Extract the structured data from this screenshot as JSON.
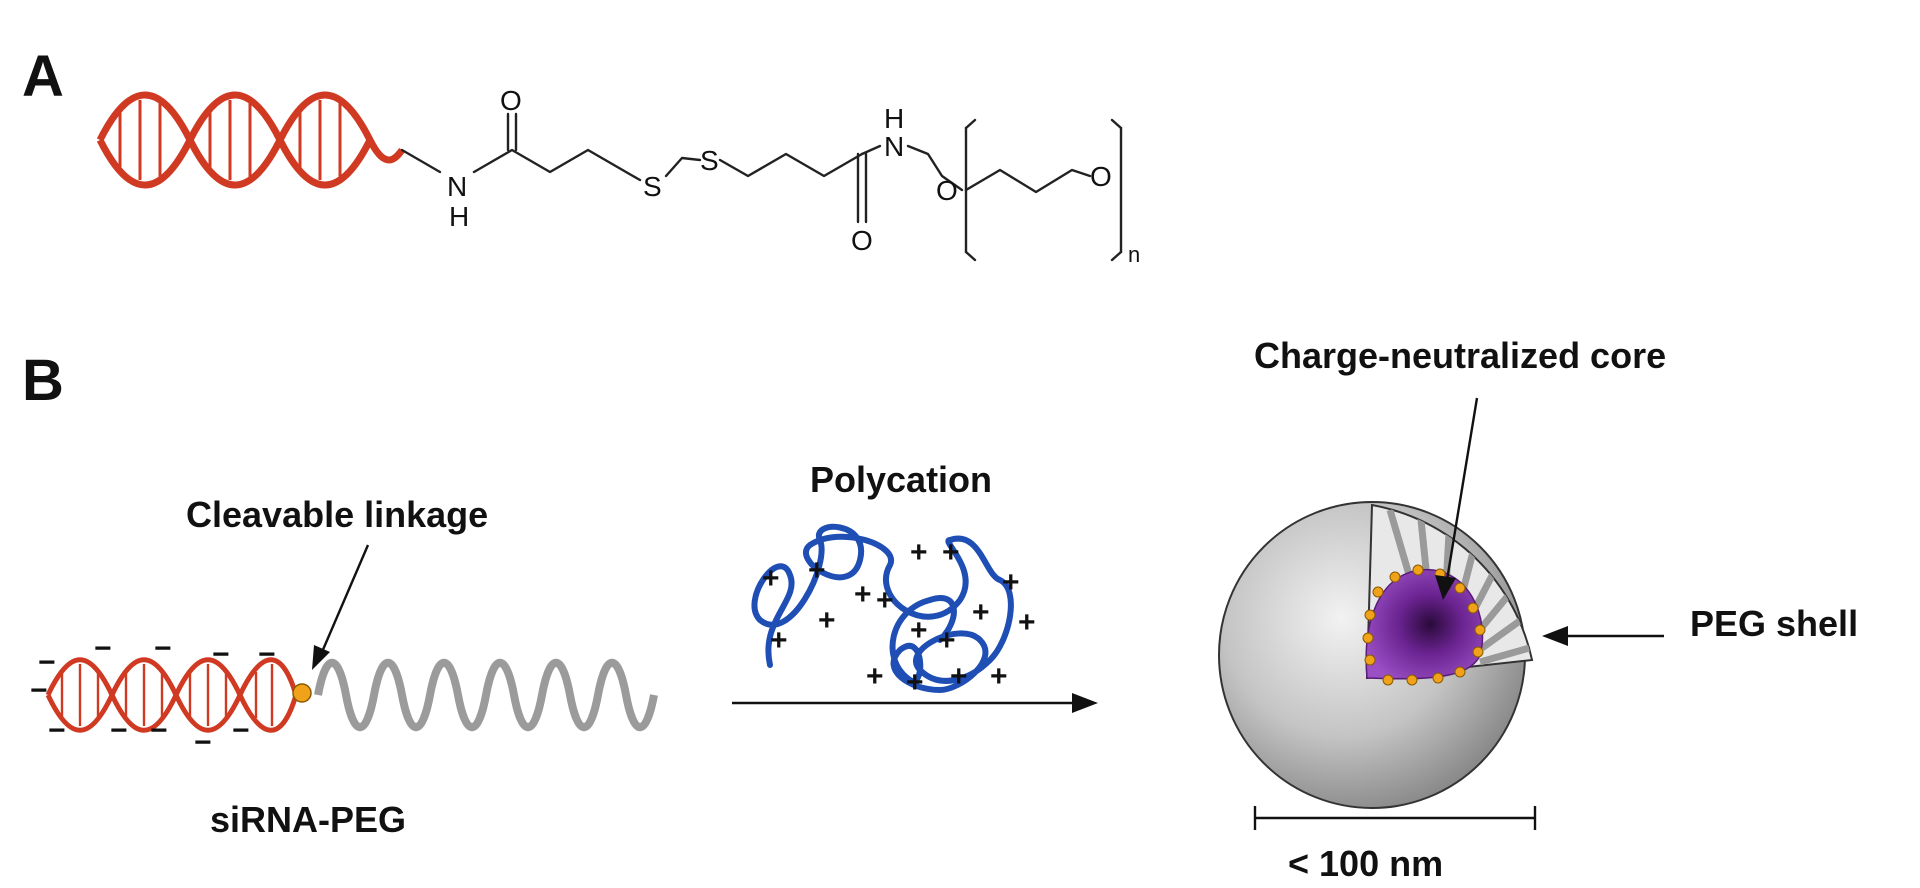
{
  "panels": {
    "a": "A",
    "b": "B"
  },
  "structure": {
    "atoms": {
      "n1": "N",
      "h1": "H",
      "o1": "O",
      "s1": "S",
      "s2": "S",
      "o2": "O",
      "n2": "N",
      "h2": "H",
      "o3": "O",
      "o4": "O",
      "n_sub": "n"
    }
  },
  "schematic": {
    "cleavable_linkage": "Cleavable linkage",
    "sirna_peg": "siRNA-PEG",
    "polycation": "Polycation",
    "core_label": "Charge-neutralized core",
    "shell_label": "PEG shell",
    "size_label": "< 100 nm",
    "plus_sign": "+",
    "minus_sign": "−"
  },
  "colors": {
    "rna": "#d13a22",
    "peg": "#9b9b9b",
    "polycation": "#1f4fb5",
    "linkage": "#f0a21a",
    "core": "#7a2aa0",
    "sphere": "#b8b8b8"
  }
}
